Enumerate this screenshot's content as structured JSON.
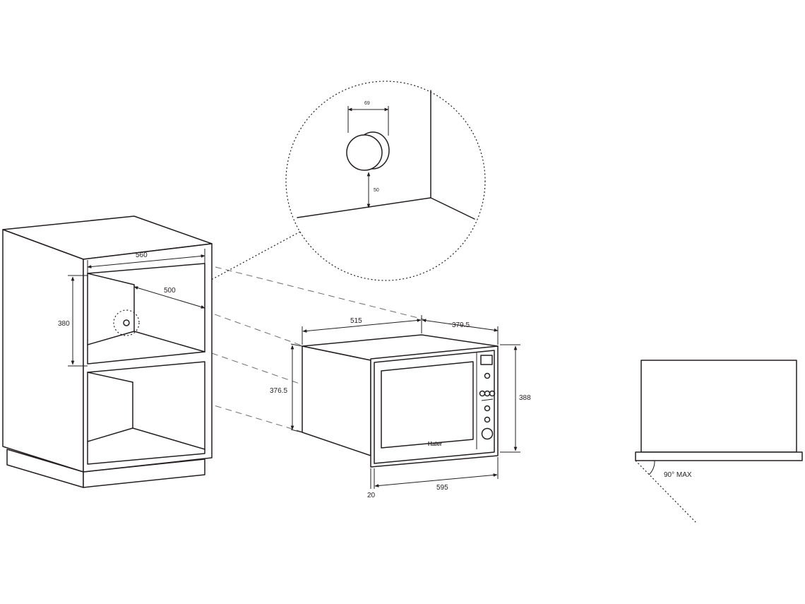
{
  "cabinet": {
    "width_label": "560",
    "depth_label": "500",
    "height_label": "380"
  },
  "detail": {
    "hole_diameter_label": "69",
    "hole_height_label": "50"
  },
  "oven": {
    "depth_label": "515",
    "side_label": "379.5",
    "body_height_label": "376.5",
    "front_height_label": "388",
    "front_width_label": "595",
    "frame_label": "20",
    "brand": "Haier"
  },
  "door": {
    "angle_label": "90° MAX"
  }
}
